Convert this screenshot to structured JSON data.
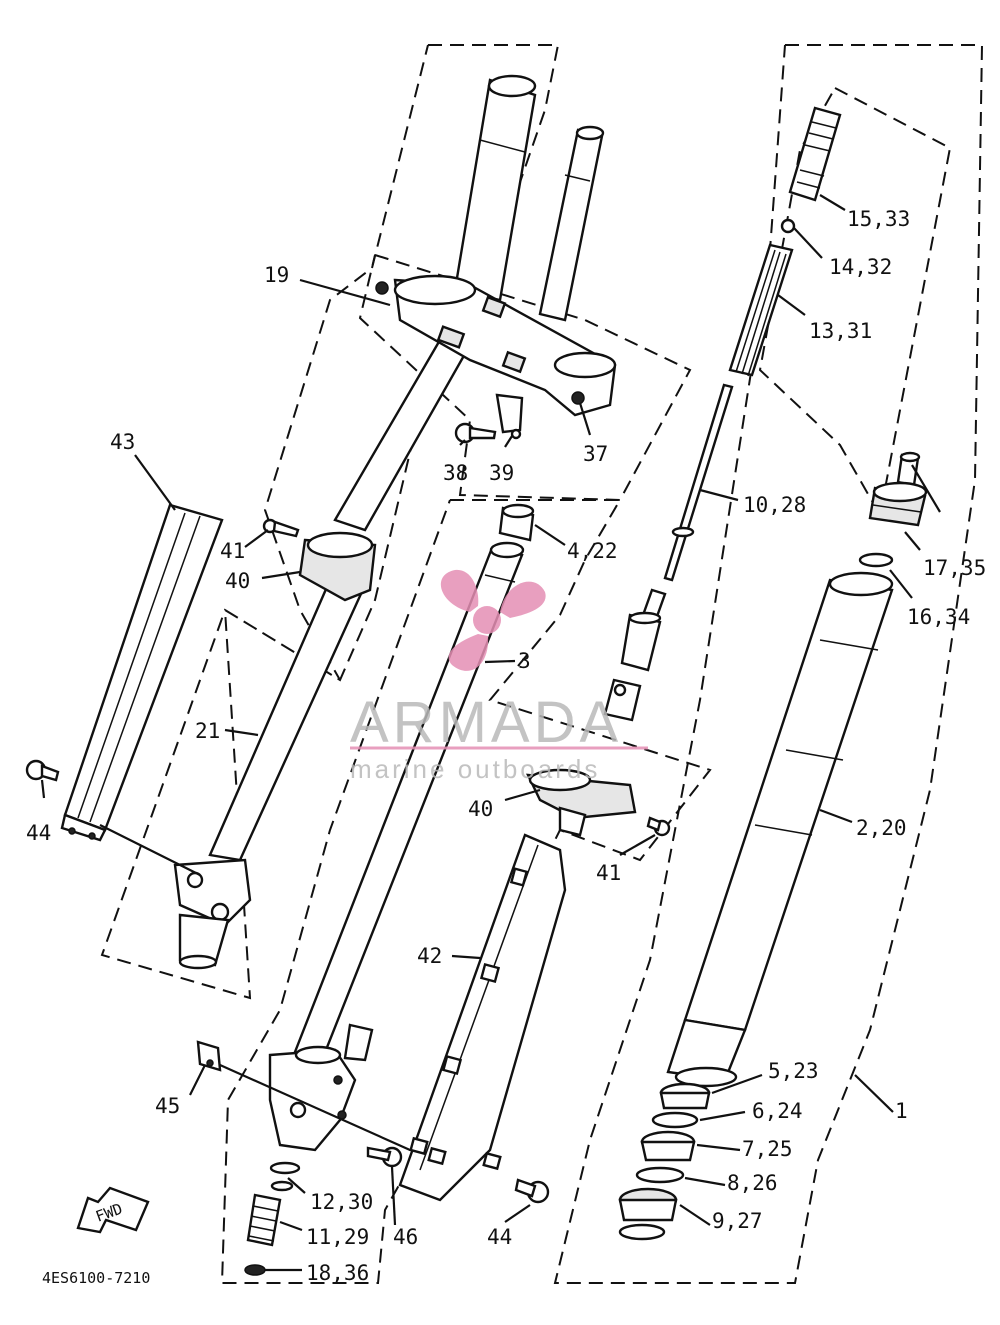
{
  "diagram": {
    "code": "4ES6100-7210",
    "fwd_label": "FWD",
    "labels": [
      {
        "id": "19",
        "text": "19"
      },
      {
        "id": "43",
        "text": "43"
      },
      {
        "id": "41a",
        "text": "41"
      },
      {
        "id": "40a",
        "text": "40"
      },
      {
        "id": "21",
        "text": "21"
      },
      {
        "id": "44a",
        "text": "44"
      },
      {
        "id": "38",
        "text": "38"
      },
      {
        "id": "39",
        "text": "39"
      },
      {
        "id": "37",
        "text": "37"
      },
      {
        "id": "4_22",
        "text": "4,22"
      },
      {
        "id": "3",
        "text": "3"
      },
      {
        "id": "40b",
        "text": "40"
      },
      {
        "id": "41b",
        "text": "41"
      },
      {
        "id": "42",
        "text": "42"
      },
      {
        "id": "45",
        "text": "45"
      },
      {
        "id": "12_30",
        "text": "12,30"
      },
      {
        "id": "11_29",
        "text": "11,29"
      },
      {
        "id": "46",
        "text": "46"
      },
      {
        "id": "44b",
        "text": "44"
      },
      {
        "id": "18_36",
        "text": "18,36"
      },
      {
        "id": "15_33",
        "text": "15,33"
      },
      {
        "id": "14_32",
        "text": "14,32"
      },
      {
        "id": "13_31",
        "text": "13,31"
      },
      {
        "id": "10_28",
        "text": "10,28"
      },
      {
        "id": "17_35",
        "text": "17,35"
      },
      {
        "id": "16_34",
        "text": "16,34"
      },
      {
        "id": "2_20",
        "text": "2,20"
      },
      {
        "id": "5_23",
        "text": "5,23"
      },
      {
        "id": "6_24",
        "text": "6,24"
      },
      {
        "id": "7_25",
        "text": "7,25"
      },
      {
        "id": "8_26",
        "text": "8,26"
      },
      {
        "id": "9_27",
        "text": "9,27"
      },
      {
        "id": "1",
        "text": "1"
      }
    ]
  },
  "watermark": {
    "brand": "ARMADA",
    "tagline": "marine outboards",
    "color": "#e58fb4",
    "text_color": "#b9b9b9"
  }
}
